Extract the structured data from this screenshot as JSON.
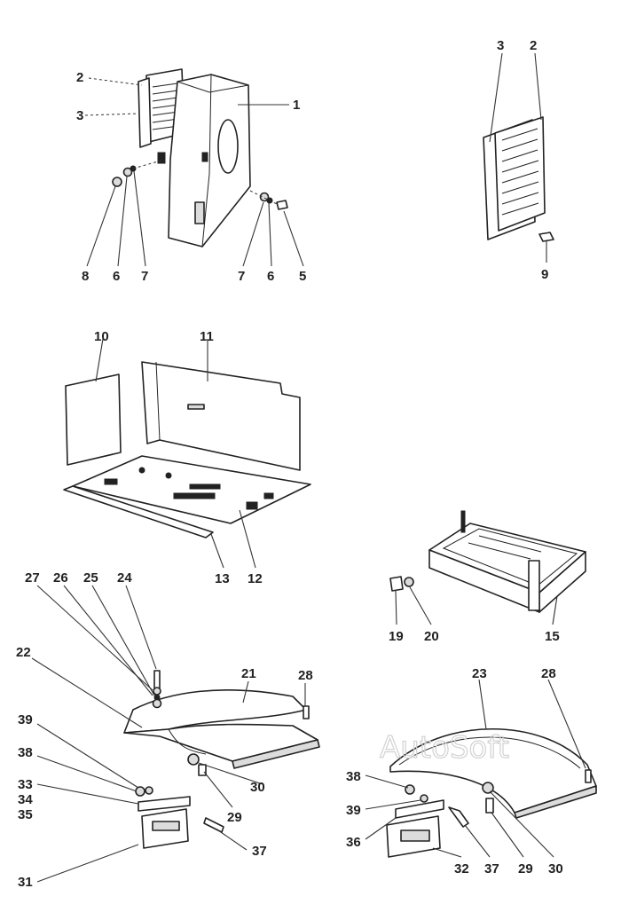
{
  "watermark": "AutoSoft",
  "callouts": {
    "c1": "1",
    "c2a": "2",
    "c3a": "3",
    "c2b": "2",
    "c3b": "3",
    "c5": "5",
    "c6a": "6",
    "c6b": "6",
    "c7a": "7",
    "c7b": "7",
    "c8": "8",
    "c9": "9",
    "c10": "10",
    "c11": "11",
    "c12": "12",
    "c13": "13",
    "c15": "15",
    "c19": "19",
    "c20": "20",
    "c21": "21",
    "c22": "22",
    "c23": "23",
    "c24": "24",
    "c25": "25",
    "c26": "26",
    "c27": "27",
    "c28a": "28",
    "c28b": "28",
    "c29a": "29",
    "c29b": "29",
    "c30a": "30",
    "c30b": "30",
    "c31": "31",
    "c32": "32",
    "c33": "33",
    "c34": "34",
    "c35": "35",
    "c36": "36",
    "c37a": "37",
    "c37b": "37",
    "c38a": "38",
    "c38b": "38",
    "c39a": "39",
    "c39b": "39"
  }
}
